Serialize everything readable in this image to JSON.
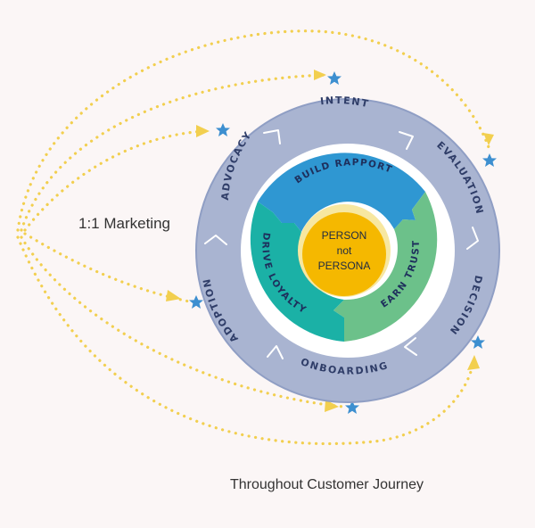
{
  "colors": {
    "background": "#fbf6f6",
    "outer_ring": "#a9b4d1",
    "outer_ring_edge": "#8f9ec4",
    "build_rapport": "#2f97d2",
    "earn_trust": "#6cc18a",
    "drive_loyalty": "#1bb1a6",
    "core": "#f5b800",
    "core_halo": "#f7e7a0",
    "dots": "#f2cf4f",
    "star": "#3d8fd0"
  },
  "icons": {
    "stage_arrow": "chevron-icon",
    "path_marker": "triangle-arrow-icon",
    "path_end": "star-icon"
  },
  "stages": [
    {
      "key": "intent",
      "label": "INTENT"
    },
    {
      "key": "evaluation",
      "label": "EVALUATION"
    },
    {
      "key": "decision",
      "label": "DECISION"
    },
    {
      "key": "onboarding",
      "label": "ONBOARDING"
    },
    {
      "key": "adoption",
      "label": "ADOPTION"
    },
    {
      "key": "advocacy",
      "label": "ADVOCACY"
    }
  ],
  "segments": [
    {
      "key": "build_rapport",
      "label": "BUILD RAPPORT"
    },
    {
      "key": "earn_trust",
      "label": "EARN TRUST"
    },
    {
      "key": "drive_loyalty",
      "label": "DRIVE LOYALTY"
    }
  ],
  "core": {
    "line1": "PERSON",
    "line2": "not",
    "line3": "PERSONA"
  },
  "left_label": "1:1 Marketing",
  "bottom_label": "Throughout Customer Journey"
}
